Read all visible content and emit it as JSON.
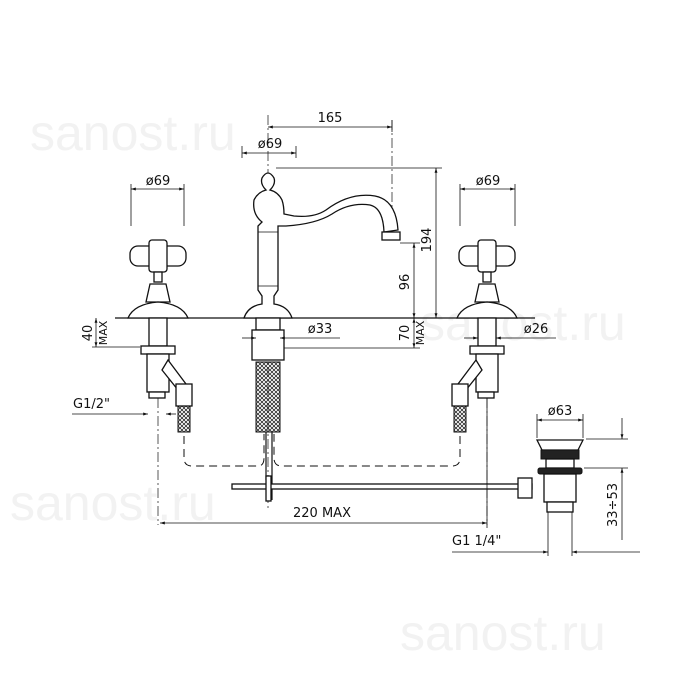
{
  "watermark": "sanost.ru",
  "dimensions": {
    "spout_reach": "165",
    "spout_base_diameter": "ø69",
    "left_handle_diameter": "ø69",
    "right_handle_diameter": "ø69",
    "total_height": "194",
    "spout_outlet_height": "96",
    "left_max_deck": "40",
    "left_max_label": "MAX",
    "center_max_deck": "70",
    "center_max_label": "MAX",
    "center_shank_diameter": "ø33",
    "valve_shank_diameter": "ø26",
    "inlet_thread": "G1/2\"",
    "drain_diameter": "ø63",
    "drain_height_range": "33÷53",
    "spread": "220 MAX",
    "drain_thread": "G1 1/4\""
  }
}
